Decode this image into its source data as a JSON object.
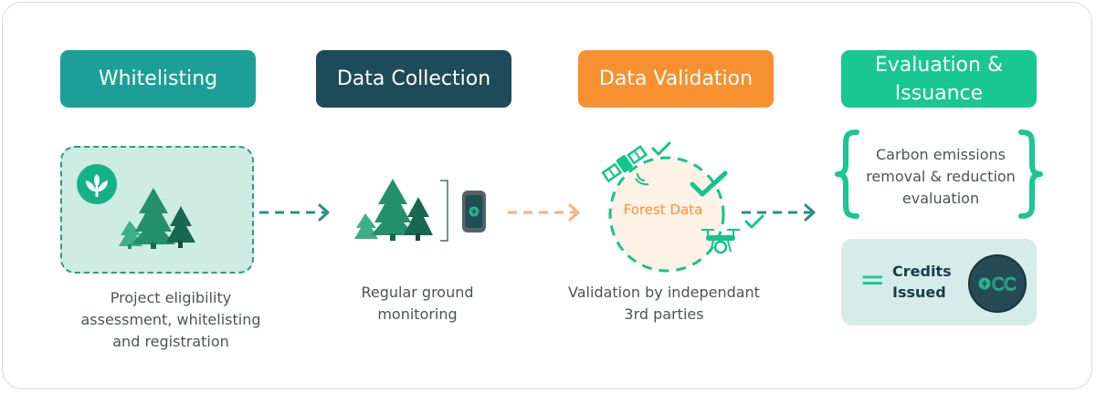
{
  "steps": [
    {
      "title": "Whitelisting",
      "color": "#1c9f97",
      "caption": "Project eligibility assessment, whitelisting and registration"
    },
    {
      "title": "Data Collection",
      "color": "#1d4b5a",
      "caption": "Regular ground monitoring"
    },
    {
      "title": "Data Validation",
      "color": "#f7902f",
      "caption": "Validation by independant 3rd parties"
    },
    {
      "title": "Evaluation & Issuance",
      "color": "#19c790",
      "caption": ""
    }
  ],
  "validation": {
    "center_label": "Forest Data"
  },
  "evaluation": {
    "emissions_text": "Carbon emissions removal & reduction evaluation",
    "equals_symbol": "=",
    "credits_label": "Credits Issued",
    "badge_text": "CC"
  },
  "colors": {
    "tree_light": "#3fae87",
    "tree_mid": "#23906c",
    "tree_dark": "#17684f",
    "arrow_teal": "#2c8c86",
    "arrow_orange": "#f8b27b",
    "check_green": "#15c48a",
    "bracket_green": "#19c790"
  }
}
